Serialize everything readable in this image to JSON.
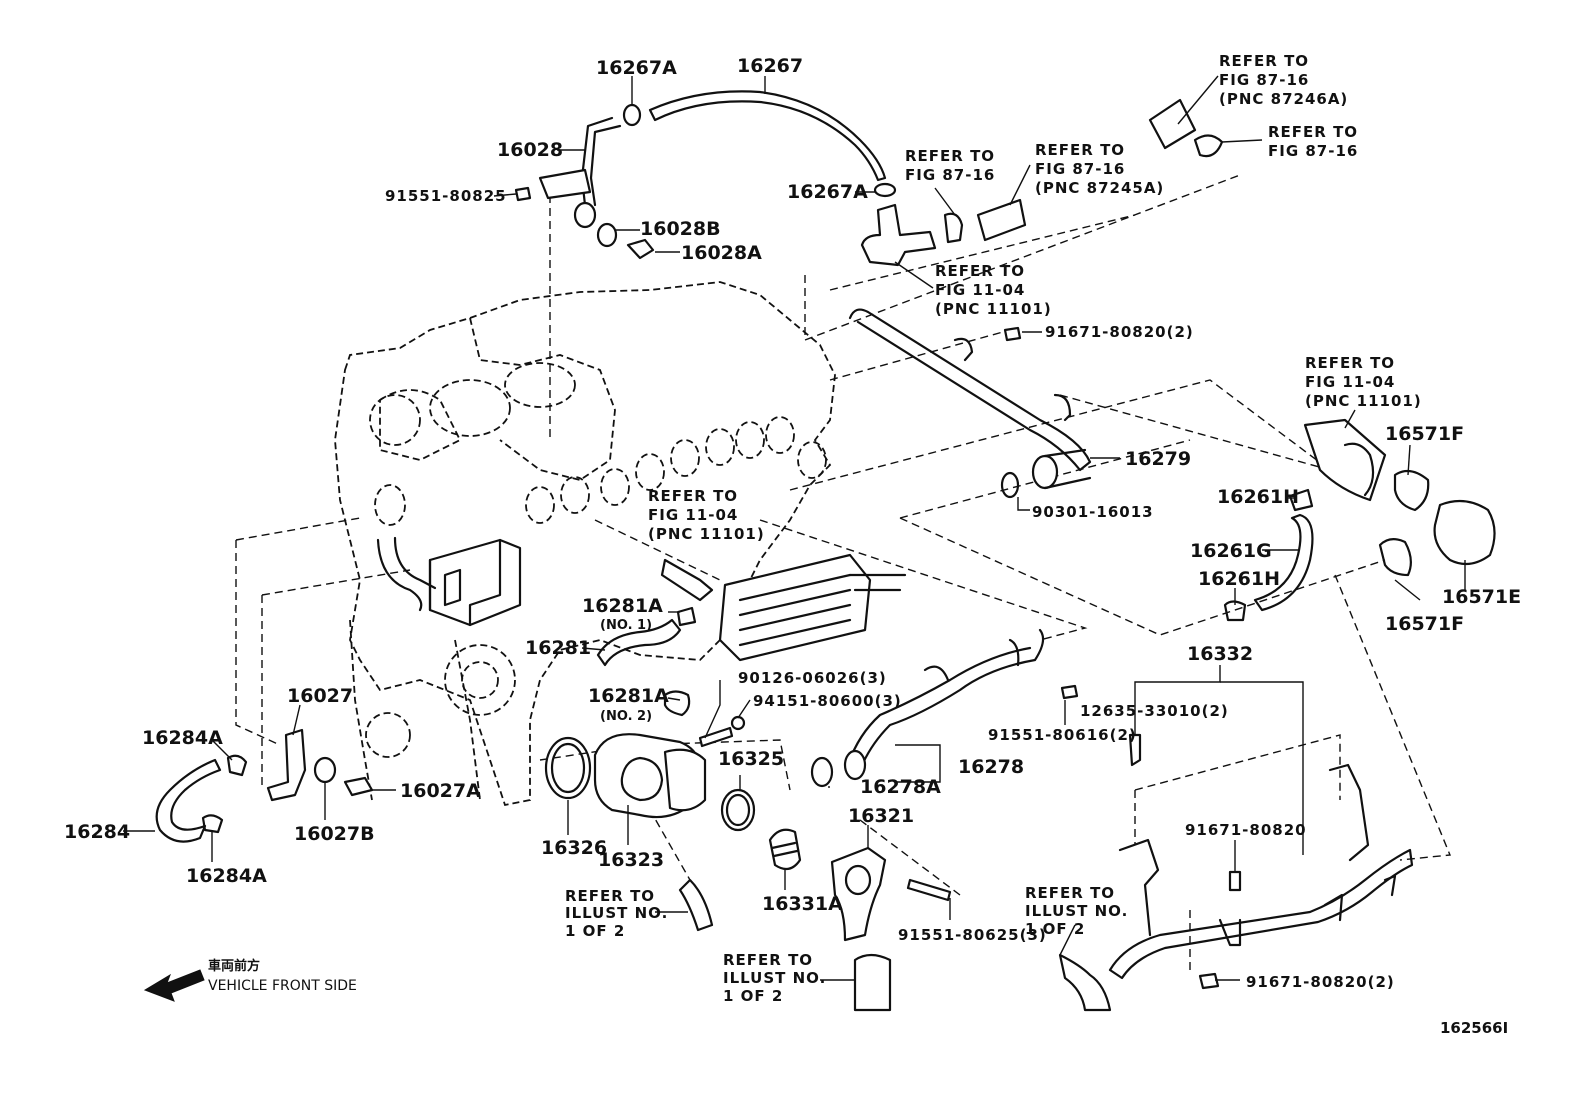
{
  "diagram_id": "162566I",
  "front": {
    "jp": "車両前方",
    "en": "VEHICLE FRONT SIDE"
  },
  "parts": {
    "p16267A_top": "16267A",
    "p16267": "16267",
    "p16028": "16028",
    "p91551_80825": "91551-80825",
    "p16028B": "16028B",
    "p16028A": "16028A",
    "p16267A_mid": "16267A",
    "p91671_80820_2_top": "91671-80820(2)",
    "p16279": "16279",
    "p90301_16013": "90301-16013",
    "p16571F_top": "16571F",
    "p16261H_top": "16261H",
    "p16261G": "16261G",
    "p16261H_bot": "16261H",
    "p16571E": "16571E",
    "p16571F_bot": "16571F",
    "p16332": "16332",
    "p12635_33010": "12635-33010(2)",
    "p91551_80616": "91551-80616(2)",
    "p16278": "16278",
    "p16278A": "16278A",
    "p16281A_no1": "16281A",
    "no1": "(NO. 1)",
    "p16281": "16281",
    "p16281A_no2": "16281A",
    "no2": "(NO. 2)",
    "p90126_06026": "90126-06026(3)",
    "p94151_80600": "94151-80600(3)",
    "p16325": "16325",
    "p16321": "16321",
    "p16326": "16326",
    "p16323": "16323",
    "p16331A": "16331A",
    "p91551_80625": "91551-80625(3)",
    "p91671_80820": "91671-80820",
    "p91671_80820_2_bot": "91671-80820(2)",
    "p16027": "16027",
    "p16284A_top": "16284A",
    "p16027A": "16027A",
    "p16284": "16284",
    "p16027B": "16027B",
    "p16284A_bot": "16284A"
  },
  "refs": {
    "r1": [
      "REFER TO",
      "FIG 87-16",
      "(PNC 87246A)"
    ],
    "r2": [
      "REFER TO",
      "FIG 87-16"
    ],
    "r3": [
      "REFER TO",
      "FIG 87-16"
    ],
    "r4": [
      "REFER TO",
      "FIG 87-16",
      "(PNC 87245A)"
    ],
    "r5": [
      "REFER TO",
      "FIG 11-04",
      "(PNC 11101)"
    ],
    "r6": [
      "REFER TO",
      "FIG 11-04",
      "(PNC 11101)"
    ],
    "r7": [
      "REFER TO",
      "FIG 11-04",
      "(PNC 11101)"
    ],
    "r8": [
      "REFER TO",
      "ILLUST NO.",
      "1 OF 2"
    ],
    "r9": [
      "REFER TO",
      "ILLUST NO.",
      "1 OF 2"
    ],
    "r10": [
      "REFER TO",
      "ILLUST NO.",
      "1 OF 2"
    ]
  }
}
